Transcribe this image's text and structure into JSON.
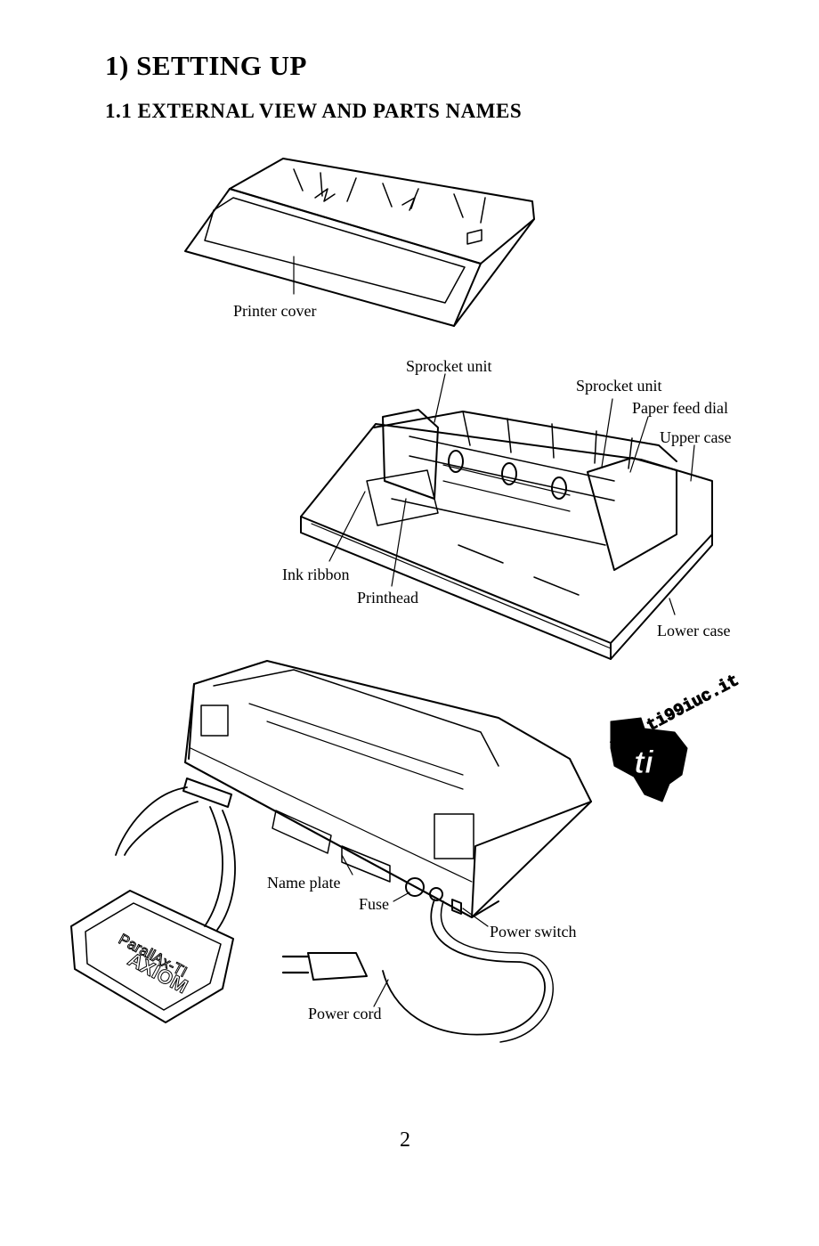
{
  "heading": "1) SETTING UP",
  "subheading": "1.1 EXTERNAL VIEW AND PARTS NAMES",
  "labels": {
    "printer_cover": "Printer cover",
    "sprocket_unit_left": "Sprocket unit",
    "sprocket_unit_right": "Sprocket unit",
    "paper_feed_dial": "Paper feed dial",
    "upper_case": "Upper case",
    "ink_ribbon": "Ink ribbon",
    "printhead": "Printhead",
    "lower_case": "Lower case",
    "name_plate": "Name plate",
    "fuse": "Fuse",
    "power_switch": "Power switch",
    "power_cord": "Power cord"
  },
  "interface_box_text": [
    "ParallAx-TI",
    "AXIOM"
  ],
  "watermark": {
    "url_text": "www.ti99iuc.it",
    "logo_text": "ti"
  },
  "page_number": "2"
}
